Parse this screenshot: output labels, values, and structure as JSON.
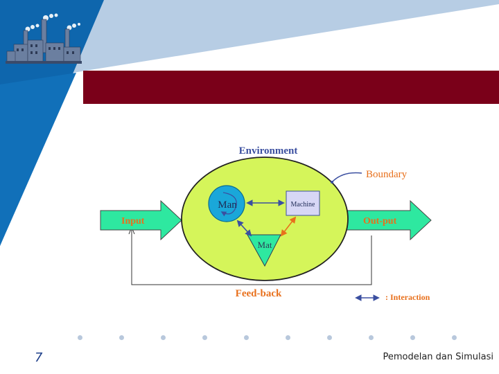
{
  "slide": {
    "page_number": "7",
    "footer": "Pemodelan dan Simulasi"
  },
  "diagram": {
    "environment": "Environment",
    "boundary": "Boundary",
    "man": "Man",
    "machine": "Machine",
    "mat": "Mat",
    "input": "Input",
    "output": "Out-put",
    "feedback": "Feed-back",
    "legend_interaction": ": Interaction"
  },
  "colors": {
    "title_bar": "#7a0019",
    "blue_panel": "#0e66ad",
    "light_blue": "#b7cde4",
    "arrow_green": "#2ee8a0",
    "environment_fill": "#d5f55a",
    "man_fill": "#1aa7d9",
    "label_orange": "#e8701c",
    "label_blue": "#3b4fa0"
  }
}
